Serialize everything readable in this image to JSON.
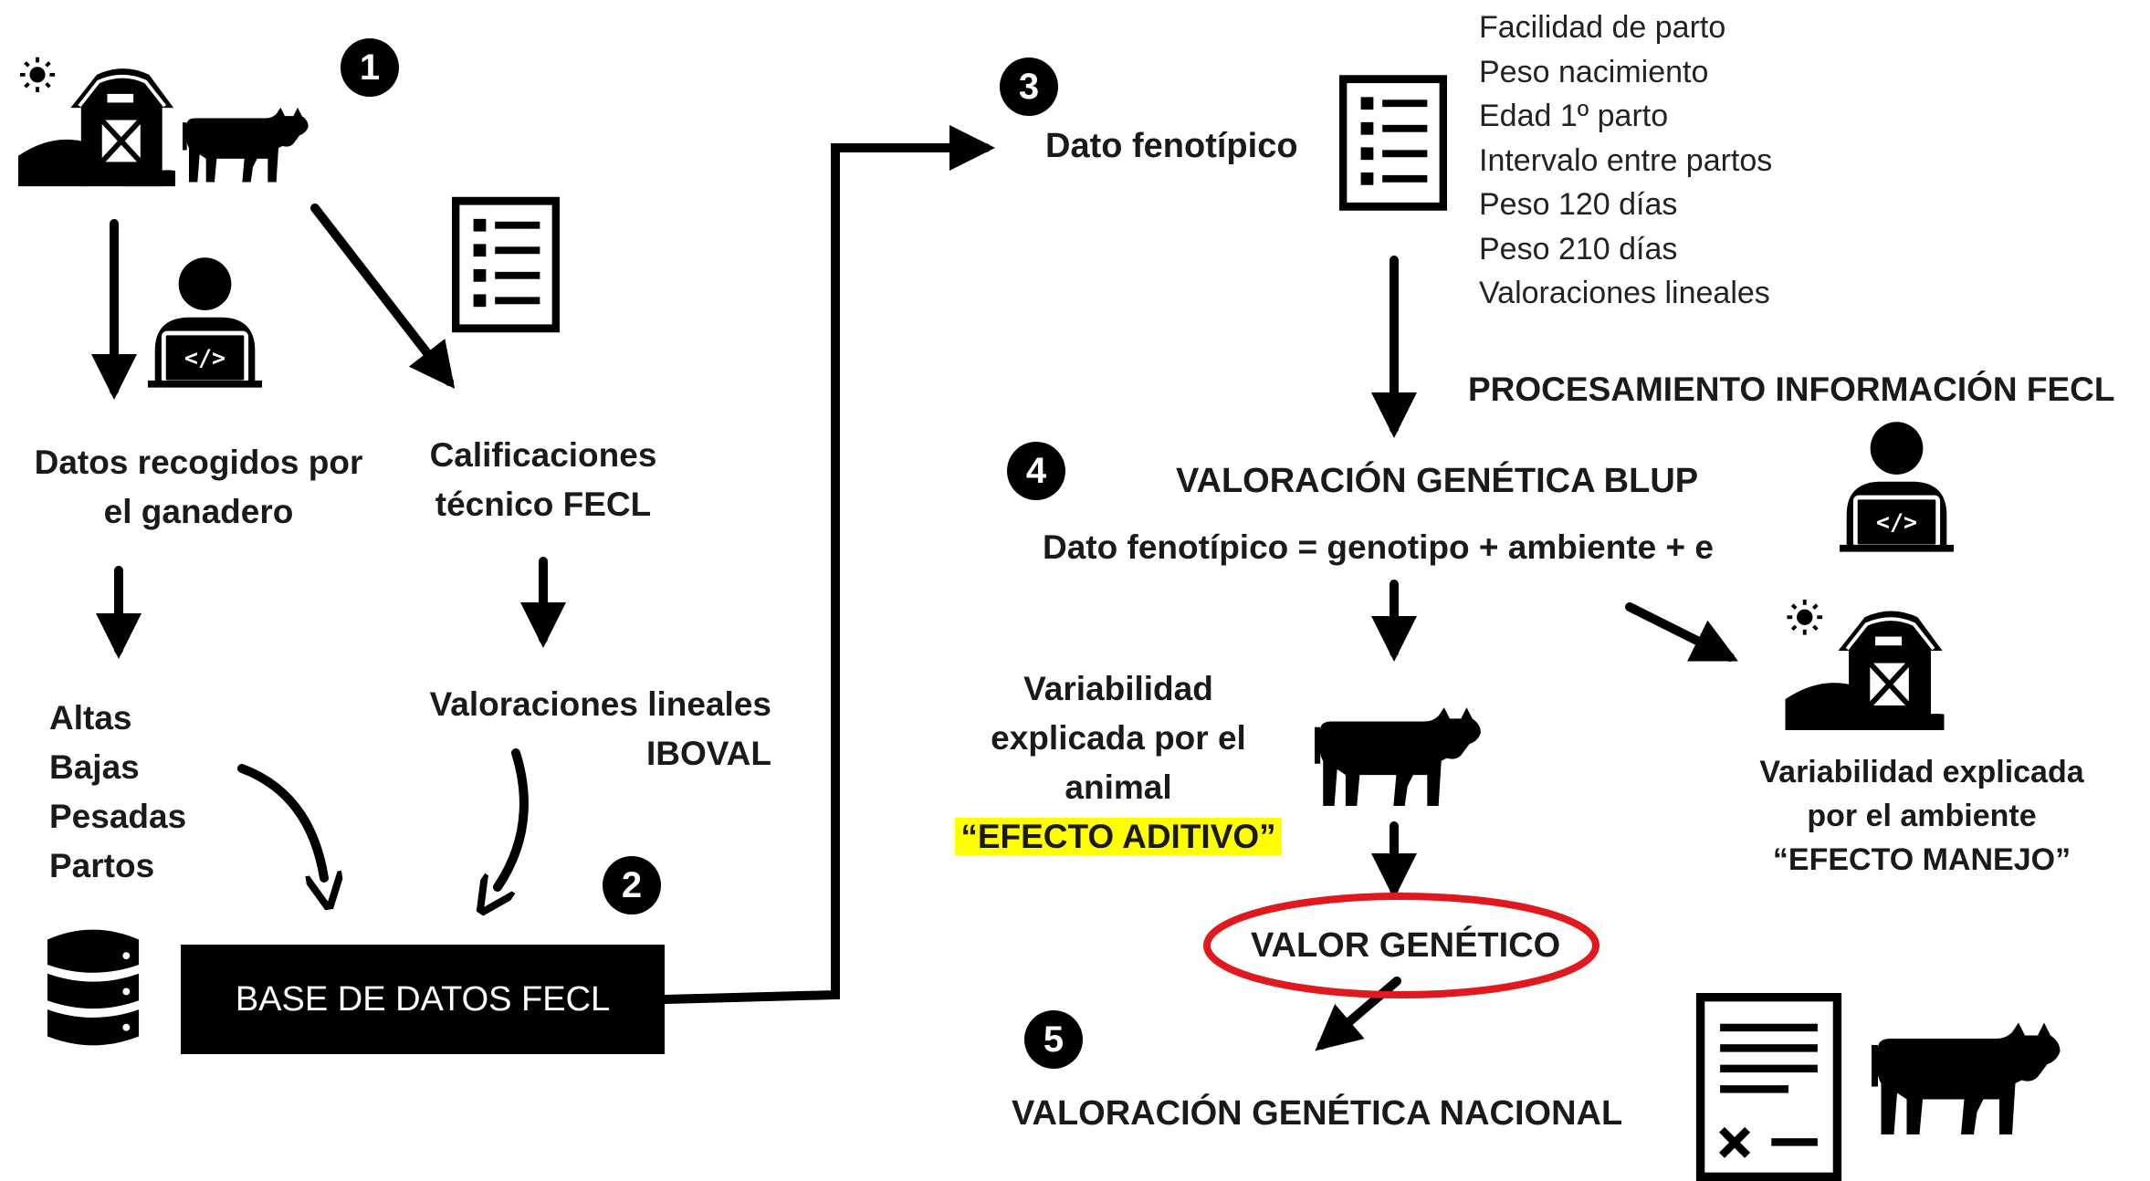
{
  "steps": [
    "1",
    "2",
    "3",
    "4",
    "5"
  ],
  "left": {
    "farmer_data": [
      "Datos recogidos por",
      "el ganadero"
    ],
    "tech_ratings": [
      "Calificaciones",
      "técnico FECL"
    ],
    "events": [
      "Altas",
      "Bajas",
      "Pesadas",
      "Partos"
    ],
    "linear_scores": [
      "Valoraciones lineales",
      "IBOVAL"
    ],
    "database": "BASE DE DATOS FECL"
  },
  "right": {
    "phenotype": "Dato fenotípico",
    "traits": [
      "Facilidad de parto",
      "Peso nacimiento",
      "Edad 1º parto",
      "Intervalo entre partos",
      "Peso 120 días",
      "Peso 210 días",
      "Valoraciones lineales"
    ],
    "processing": "PROCESAMIENTO INFORMACIÓN FECL",
    "blup_title": "VALORACIÓN GENÉTICA BLUP",
    "equation": "Dato fenotípico = genotipo + ambiente + e",
    "animal_var": [
      "Variabilidad",
      "explicada por el",
      "animal"
    ],
    "additive": "“EFECTO ADITIVO”",
    "env_var": [
      "Variabilidad explicada",
      "por el ambiente",
      "“EFECTO MANEJO”"
    ],
    "genetic_value": "VALOR GENÉTICO",
    "national": "VALORACIÓN GENÉTICA NACIONAL"
  },
  "colors": {
    "highlight": "#ffff00",
    "ellipse": "#e0191f",
    "ink": "#000000"
  },
  "icons": [
    "farm-icon",
    "cow-icon",
    "person-laptop-icon",
    "checklist-icon",
    "database-icon",
    "certificate-icon"
  ]
}
